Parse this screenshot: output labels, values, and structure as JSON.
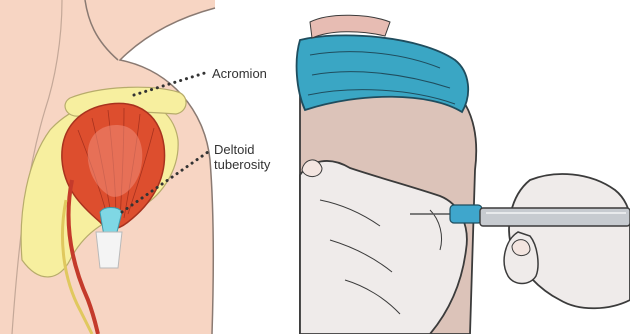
{
  "labels": {
    "acromion": "Acromion",
    "deltoid_line1": "Deltoid",
    "deltoid_line2": "tuberosity"
  },
  "colors": {
    "skin": "#f7d5c3",
    "skin_outline": "#8a7a72",
    "bone": "#f7ef9f",
    "muscle": "#dd4e2e",
    "muscle_dark": "#a8321e",
    "tendon": "#7fd7e4",
    "sleeve": "#3aa6c4",
    "arm_shade": "#dcc3b9",
    "hand": "#efebea",
    "syringe": "#c7cbd0",
    "needle_hub": "#3fa6cc",
    "leader_dots": "#333333",
    "artery": "#c43a2b",
    "nerve": "#e0c85e"
  },
  "icons": {
    "left_panel": "deltoid-anatomy-illustration",
    "right_panel": "intramuscular-injection-illustration"
  }
}
